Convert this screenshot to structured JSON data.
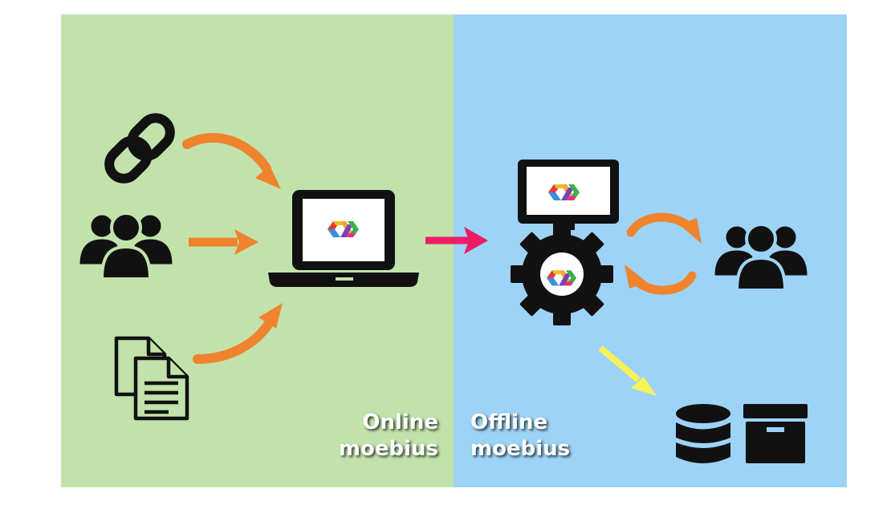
{
  "panels": {
    "online": {
      "line1": "Online",
      "line2": "moebius",
      "color": "#c1e3ab"
    },
    "offline": {
      "line1": "Offline",
      "line2": "moebius",
      "color": "#9dd3f7"
    }
  },
  "icons": [
    "chain-link-icon",
    "users-group-icon",
    "documents-icon",
    "laptop-icon",
    "moebius-logo-icon",
    "monitor-icon",
    "gear-icon",
    "database-icon",
    "archive-box-icon"
  ],
  "colors": {
    "arrow_orange": "#f0842e",
    "arrow_pink": "#ec1d63",
    "arrow_yellow": "#f6f25a",
    "icon_dark": "#111111"
  }
}
